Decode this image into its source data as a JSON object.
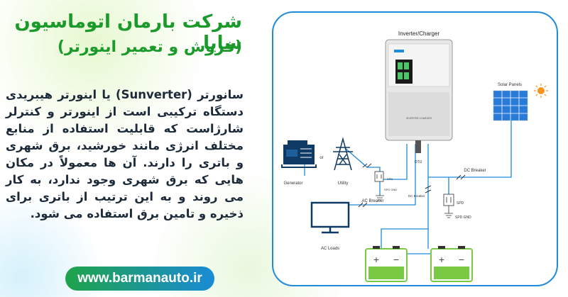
{
  "header": {
    "title_line1": "شرکت بارمان اتوماسیون سایا",
    "title_line2": "(فروش و تعمیر اینورتر)"
  },
  "description": "سانورتر (Sunverter) یا اینورتر هیبریدی دستگاه ترکیبی است از اینورتر و کنترلر شارژاست که قابلیت استفاده از منابع مختلف انرژی مانند خورشید، برق شهری و باتری را دارند. آن ها معمولاً در مکان هایی که برق شهری وجود ندارد، به کار می روند و به این ترتیب از باتری برای ذخیره و تامین برق استفاده می شود.",
  "website": "www.barmanauto.ir",
  "diagram": {
    "inverter_label": "Inverter/Charger",
    "inverter_panel_text": "INVERTER CHARGER",
    "solar_label": "Solar Panels",
    "generator_label": "Generator",
    "or_label": "or",
    "utility_label": "Utility",
    "otu_label": "OTU",
    "dc_breaker_label": "DC Breaker",
    "dc_breaker_vertical": "DC Breaker",
    "ac_breaker_label": "AC Breaker",
    "ac_loads_label": "AC Loads",
    "spd_label": "SPD",
    "spd_gnd_label": "SPD GND",
    "plus": "+",
    "minus": "−",
    "colors": {
      "wire": "#1e8cd8",
      "accent_green": "#1a9a2a",
      "battery": "#7ac943",
      "sun": "#f7941d"
    }
  }
}
